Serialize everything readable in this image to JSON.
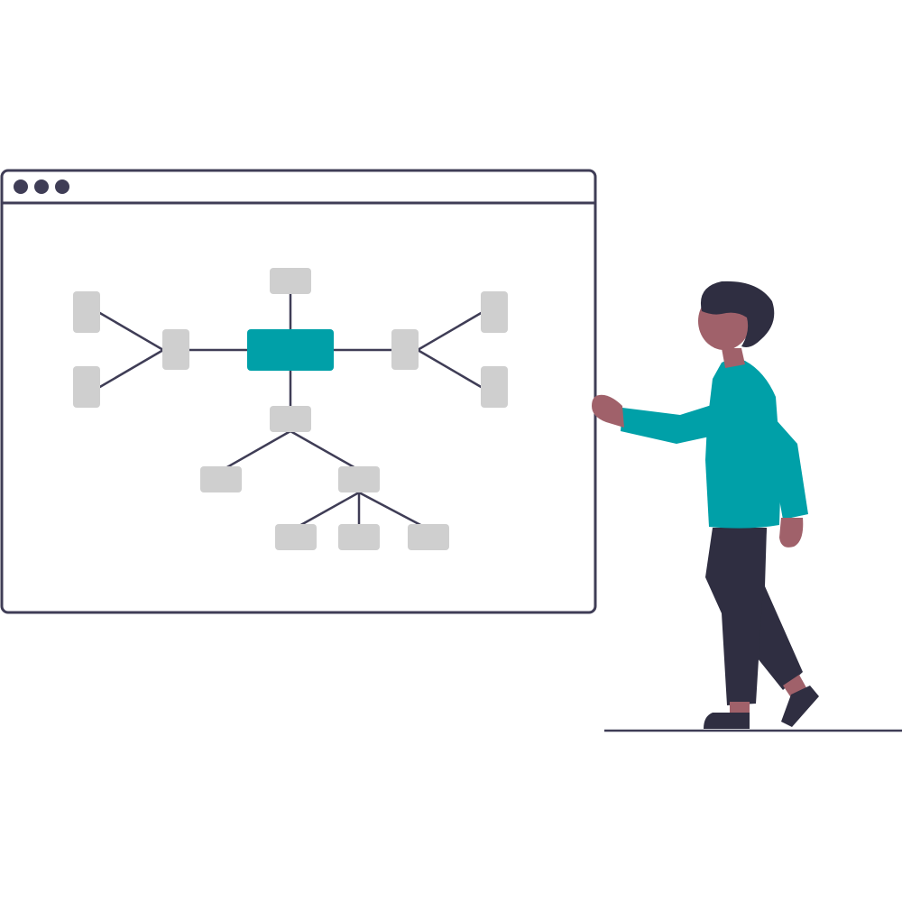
{
  "colors": {
    "outline": "#3f3d56",
    "accent": "#00a0a8",
    "node": "#cfcfcf",
    "skin": "#a0616a",
    "dark": "#2f2e41",
    "background": "#ffffff"
  },
  "window": {
    "controls": [
      "window-control-dot",
      "window-control-dot",
      "window-control-dot"
    ]
  },
  "diagram": {
    "root": "center-node",
    "nodes": [
      {
        "id": "center",
        "kind": "accent"
      },
      {
        "id": "top"
      },
      {
        "id": "left-hub"
      },
      {
        "id": "left-leaf-top"
      },
      {
        "id": "left-leaf-bottom"
      },
      {
        "id": "right-hub"
      },
      {
        "id": "right-leaf-top"
      },
      {
        "id": "right-leaf-bottom"
      },
      {
        "id": "bottom-hub"
      },
      {
        "id": "bottom-left"
      },
      {
        "id": "bottom-right-hub"
      },
      {
        "id": "bottom-leaf-1"
      },
      {
        "id": "bottom-leaf-2"
      },
      {
        "id": "bottom-leaf-3"
      }
    ],
    "edges": [
      [
        "center",
        "top"
      ],
      [
        "center",
        "left-hub"
      ],
      [
        "left-hub",
        "left-leaf-top"
      ],
      [
        "left-hub",
        "left-leaf-bottom"
      ],
      [
        "center",
        "right-hub"
      ],
      [
        "right-hub",
        "right-leaf-top"
      ],
      [
        "right-hub",
        "right-leaf-bottom"
      ],
      [
        "center",
        "bottom-hub"
      ],
      [
        "bottom-hub",
        "bottom-left"
      ],
      [
        "bottom-hub",
        "bottom-right-hub"
      ],
      [
        "bottom-right-hub",
        "bottom-leaf-1"
      ],
      [
        "bottom-right-hub",
        "bottom-leaf-2"
      ],
      [
        "bottom-right-hub",
        "bottom-leaf-3"
      ]
    ]
  },
  "illustration": {
    "person": "person-pointing-at-diagram"
  }
}
